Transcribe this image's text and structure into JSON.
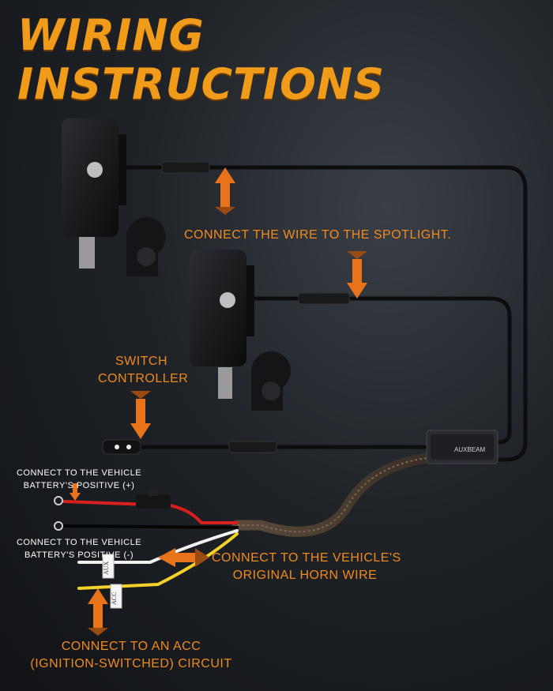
{
  "title": {
    "line1": "WIRING",
    "line2": "INSTRUCTIONS"
  },
  "labels": {
    "spotlight": "CONNECT THE WIRE TO THE SPOTLIGHT.",
    "switch_line1": "SWITCH",
    "switch_line2": "CONTROLLER",
    "battery_pos_line1": "CONNECT  TO THE VEHICLE",
    "battery_pos_line2": "BATTERY'S POSITIVE (+)",
    "battery_neg_line1": "CONNECT  TO THE VEHICLE",
    "battery_neg_line2": "BATTERY'S POSITIVE (-)",
    "horn_line1": "CONNECT TO THE VEHICLE'S",
    "horn_line2": "ORIGINAL HORN WIRE",
    "acc_line1": "CONNECT TO AN ACC",
    "acc_line2": "(IGNITION-SWITCHED) CIRCUIT"
  },
  "tags": {
    "aux": "AUX",
    "acc": "ACC",
    "brand": "AUXBEAM"
  },
  "colors": {
    "title": "#f19b1a",
    "label": "#f08a1e",
    "arrow": "#e8731a",
    "red_wire": "#d81f1f",
    "yellow_wire": "#f3d22a",
    "white_wire": "#f2f2f2"
  }
}
